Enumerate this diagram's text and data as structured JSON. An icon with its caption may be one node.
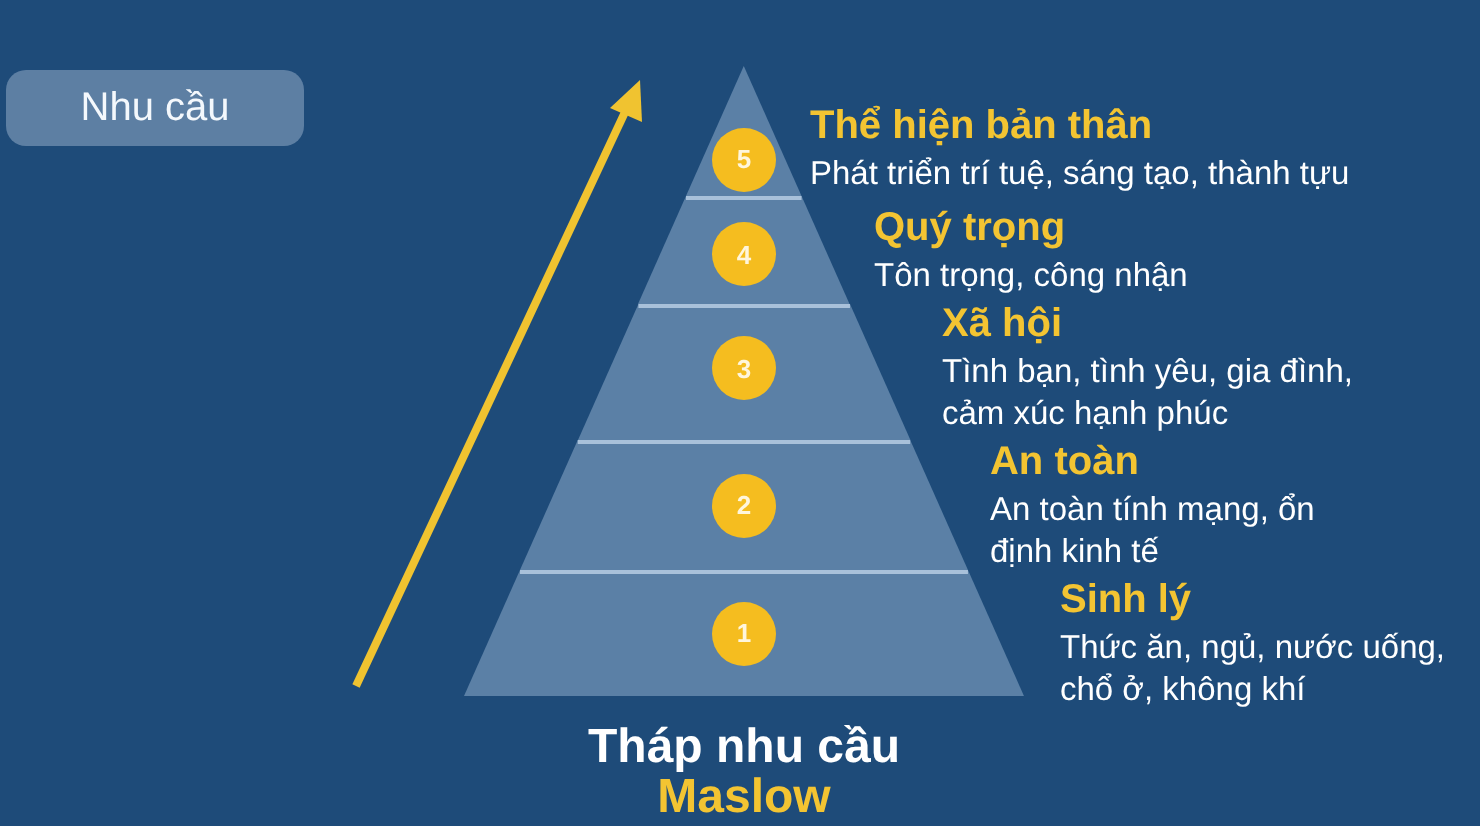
{
  "diagram": {
    "title": "Tháp nhu cầu Maslow",
    "nodes": [
      {
        "text": [
          "Nhu cầu"
        ]
      },
      {
        "text": [
          "Thể hiện bản thân",
          "Phát triển trí tuệ, sáng tạo, thành tựu"
        ]
      },
      {
        "text": [
          "5"
        ],
        "in": 1
      },
      {
        "text": [
          "Quý trọng",
          "Tôn trọng, công nhận"
        ]
      },
      {
        "text": [
          "4"
        ],
        "in": 3
      },
      {
        "text": [
          "Xã hội",
          "Tình bạn, tình yêu, gia đình, cảm xúc hạnh phúc"
        ]
      },
      {
        "text": [
          "3"
        ],
        "in": 5
      },
      {
        "text": [
          "An toàn",
          "An toàn tính mạng, ổn định kinh tế"
        ]
      },
      {
        "text": [
          "2"
        ],
        "in": 7
      },
      {
        "text": [
          "Sinh lý",
          "Thức ăn, ngủ, nước uống, chổ ở, không khí"
        ]
      },
      {
        "text": [
          "1"
        ],
        "in": 9
      }
    ]
  }
}
